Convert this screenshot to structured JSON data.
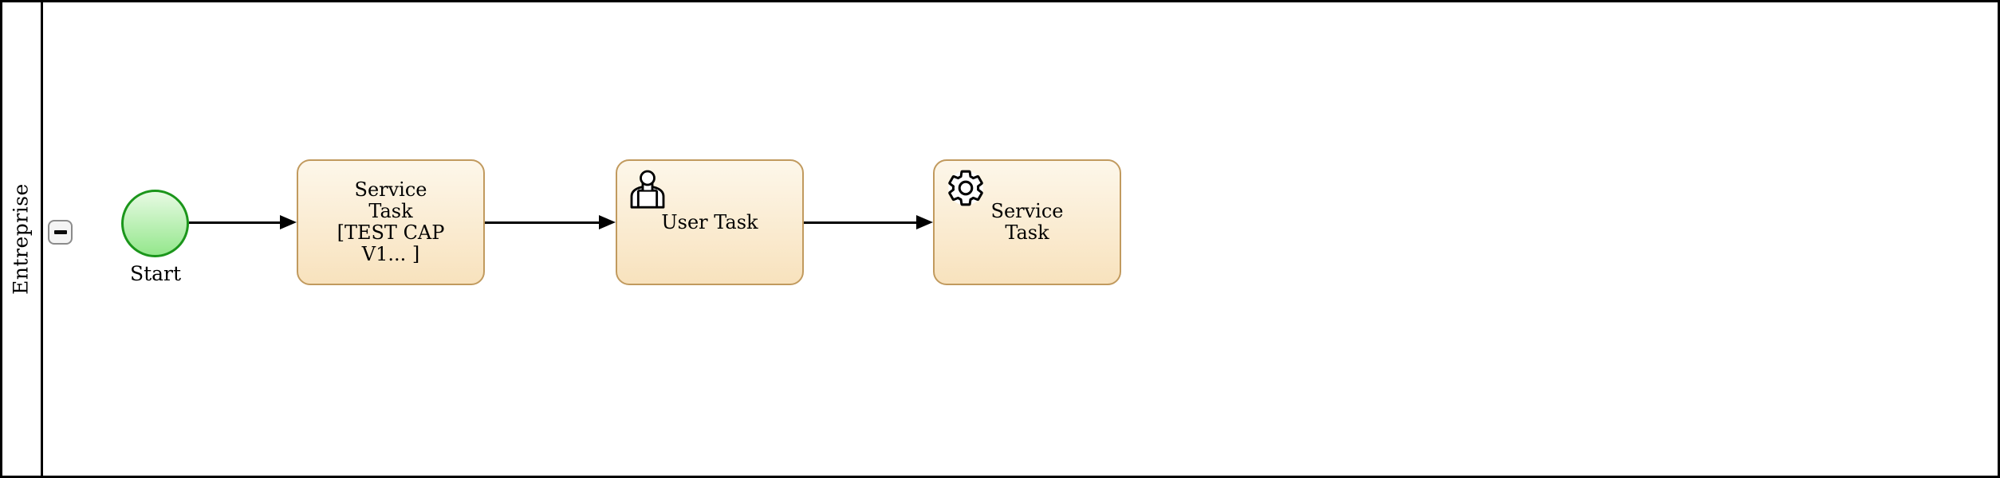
{
  "diagram": {
    "pool": {
      "lane_label": "Entreprise",
      "collapse_icon": "minus-icon"
    },
    "start_event": {
      "label": "Start"
    },
    "tasks": [
      {
        "name": "service-task-1",
        "icon": "none",
        "lines": [
          "Service",
          "Task",
          "[TEST CAP",
          "V1... ]"
        ]
      },
      {
        "name": "user-task",
        "icon": "user-icon",
        "lines": [
          "User Task"
        ]
      },
      {
        "name": "service-task-2",
        "icon": "gear-icon",
        "lines": [
          "Service",
          "Task"
        ]
      }
    ],
    "flows": [
      {
        "from": "start-event",
        "to": "service-task-1"
      },
      {
        "from": "service-task-1",
        "to": "user-task"
      },
      {
        "from": "user-task",
        "to": "service-task-2"
      }
    ],
    "colors": {
      "task_border": "#c19a5e",
      "task_fill_top": "#fdf7ea",
      "task_fill_bottom": "#f8e2bd",
      "event_border": "#1b961b",
      "event_fill_top": "#e7fae3",
      "event_fill_bottom": "#94e78c",
      "flow": "#000000",
      "lane_border": "#000000"
    }
  }
}
